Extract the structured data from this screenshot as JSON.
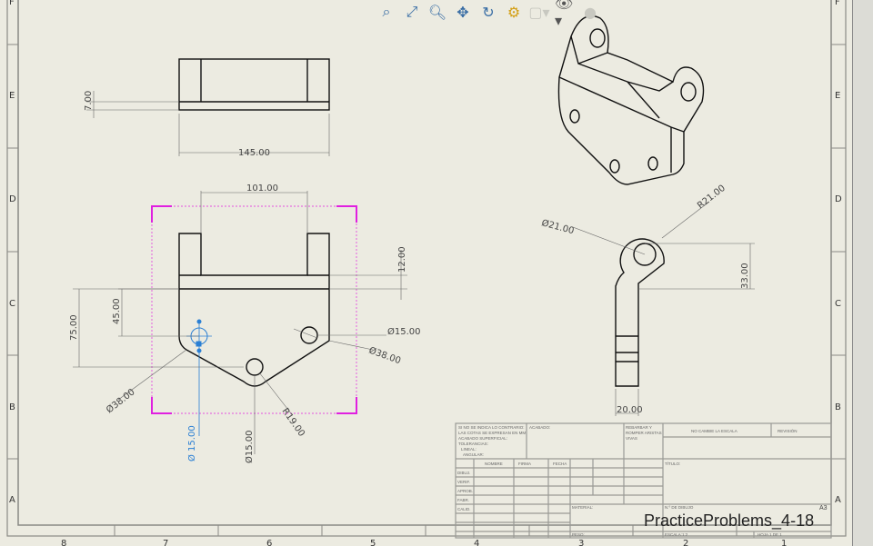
{
  "toolbar": {
    "icons": [
      "zoom-to-fit-icon",
      "zoom-to-area-icon",
      "zoom-in-out-icon",
      "pan-icon",
      "rotate-icon",
      "display-style-icon",
      "view-orientation-icon",
      "hide-show-icon",
      "appearance-icon"
    ]
  },
  "zones": {
    "rows": [
      "F",
      "E",
      "D",
      "C",
      "B",
      "A"
    ],
    "cols": [
      "8",
      "7",
      "6",
      "5",
      "4",
      "3",
      "2",
      "1"
    ]
  },
  "dimensions": {
    "top_height": "7.00",
    "top_width": "145.00",
    "slot_width": "101.00",
    "tab_height": "12.00",
    "hole_offset": "45.00",
    "overall_height": "75.00",
    "hole_dia_right": "Ø15.00",
    "radius_right": "Ø38.00",
    "radius_left": "Ø38.00",
    "hole_dia_center": "Ø15.00",
    "fillet_center": "R19.00",
    "hole_dia_left": "Ø 15.00",
    "side_hole_dia": "Ø21.00",
    "side_radius": "R21.00",
    "side_height": "33.00",
    "side_thickness": "20.00"
  },
  "title_block": {
    "notes": [
      "SI NO SE INDICA LO CONTRARIO:",
      "LAS COTAS SE EXPRESAN EN MM",
      "ACABADO SUPERFICIAL:",
      "TOLERANCIAS:",
      "LINEAL:",
      "ANGULAR:"
    ],
    "finish": "ACABADO:",
    "deburr": [
      "REBARBAR Y",
      "ROMPER ARISTAS",
      "VIVAS"
    ],
    "no_scale": "NO CAMBIE LA ESCALA",
    "revision": "REVISIÓN",
    "headers": [
      "NOMBRE",
      "FIRMA",
      "FECHA"
    ],
    "roles": [
      "DIBUJ.",
      "VERIF.",
      "APROB.",
      "FABR.",
      "CALID."
    ],
    "titulo": "TÍTULO:",
    "material": "MATERIAL:",
    "drawing_no": "N.º DE DIBUJO",
    "weight": "PESO:",
    "scale": "ESCALA:1:2",
    "sheet": "HOJA 1 DE 1",
    "size": "A3",
    "drawing_title": "PracticeProblems_4-18"
  },
  "colors": {
    "selection": "#e020e0",
    "highlight": "#2a7fd4",
    "line": "#111111",
    "dim": "#555555",
    "border": "#8a8a85"
  }
}
